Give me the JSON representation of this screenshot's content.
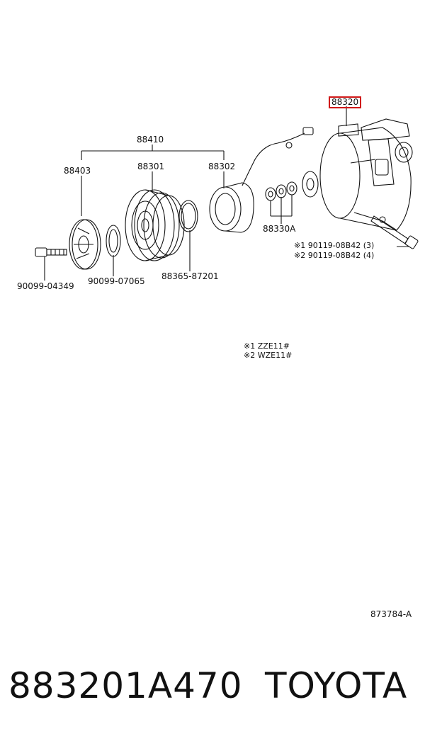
{
  "highlight_color": "#d01818",
  "callouts": {
    "c88410": "88410",
    "c88403": "88403",
    "c88301": "88301",
    "c88302": "88302",
    "c88320": "88320",
    "c88330A": "88330A",
    "c90099_04349": "90099-04349",
    "c90099_07065": "90099-07065",
    "c88365_87201": "88365-87201",
    "bolt1": "※1 90119-08B42 (3)",
    "bolt2": "※2 90119-08B42 (4)"
  },
  "notes": {
    "n1": "※1  ZZE11#",
    "n2": "※2  WZE11#"
  },
  "diagram_code": "873784-A",
  "footer": {
    "part_number": "883201A470",
    "brand": "TOYOTA"
  }
}
